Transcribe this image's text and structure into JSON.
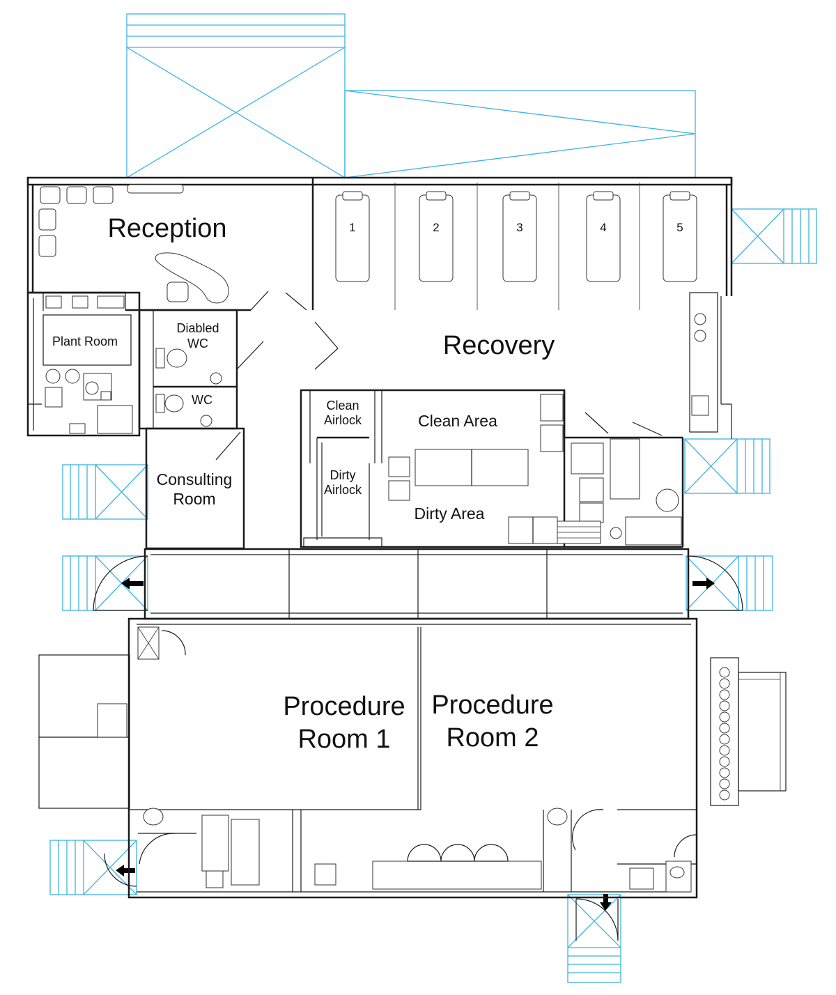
{
  "rooms": {
    "reception": "Reception",
    "recovery": "Recovery",
    "plant_room": "Plant Room",
    "disabled_wc": "Diabled\nWC",
    "wc": "WC",
    "consulting_room": "Consulting\nRoom",
    "clean_airlock": "Clean\nAirlock",
    "dirty_airlock": "Dirty\nAirlock",
    "clean_area": "Clean Area",
    "dirty_area": "Dirty Area",
    "procedure_room_1": "Procedure\nRoom 1",
    "procedure_room_2": "Procedure\nRoom 2"
  },
  "bays": [
    "1",
    "2",
    "3",
    "4",
    "5"
  ],
  "colors": {
    "wall": "#1a1a1a",
    "external_structure": "#3bb4e0",
    "background": "#ffffff"
  },
  "icons": {
    "exit_arrow": "black-arrow-icon",
    "door_swing": "door-arc-icon",
    "stair": "stair-icon"
  }
}
